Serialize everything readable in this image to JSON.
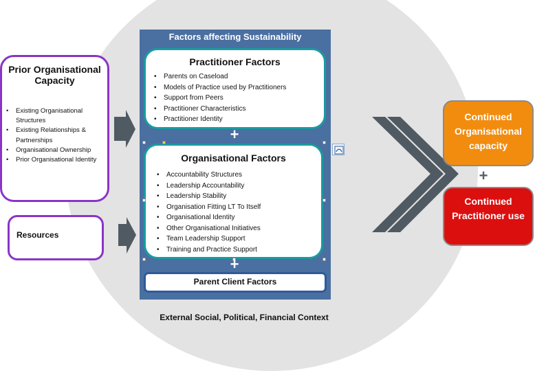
{
  "panel": {
    "title": "Factors affecting Sustainability"
  },
  "practitioner": {
    "title": "Practitioner Factors",
    "items": [
      "Parents on Caseload",
      "Models of Practice used by Practitioners",
      "Support from Peers",
      "Practitioner Characteristics",
      "Practitioner Identity"
    ]
  },
  "organisational": {
    "title": "Organisational Factors",
    "items": [
      "Accountability Structures",
      "Leadership Accountability",
      "Leadership Stability",
      "Organisation Fitting LT To Itself",
      "Organisational Identity",
      "Other Organisational Initiatives",
      "Team Leadership Support",
      "Training and Practice Support"
    ]
  },
  "parent": {
    "title": "Parent Client Factors"
  },
  "prior": {
    "title": "Prior Organisational Capacity",
    "items": [
      "Existing Organisational Structures",
      "Existing Relationships & Partnerships",
      "Organisational Ownership",
      "Prior Organisational Identity"
    ]
  },
  "resources": {
    "label": "Resources"
  },
  "outcomes": {
    "capacity": "Continued Organisational capacity",
    "practitioner_use": "Continued Practitioner use",
    "plus": "+"
  },
  "context": {
    "label": "External Social, Political, Financial Context"
  },
  "symbols": {
    "plus": "+"
  },
  "colors": {
    "panel": "#4a6fa1",
    "teal_border": "#1a9ba0",
    "purple_border": "#8a34c7",
    "orange": "#f28c0f",
    "red": "#dc0f0f",
    "arrow": "#505a63",
    "background_circle": "#e3e3e3"
  }
}
